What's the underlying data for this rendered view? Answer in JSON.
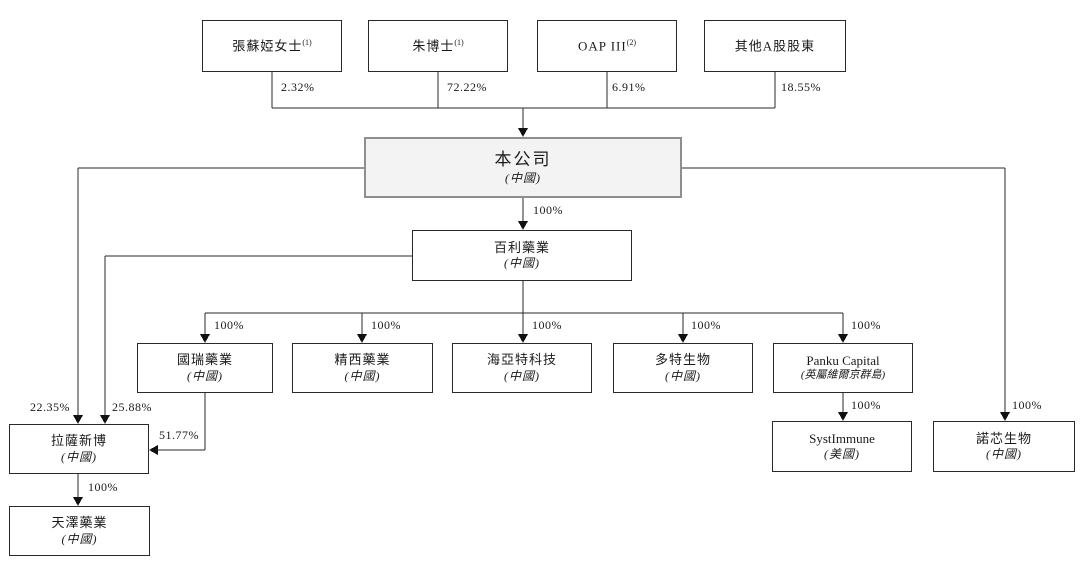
{
  "diagram": {
    "top_shareholders": [
      {
        "name": "張蘇婭女士",
        "sup": "(1)",
        "percent": "2.32%"
      },
      {
        "name": "朱博士",
        "sup": "(1)",
        "percent": "72.22%"
      },
      {
        "name": "OAP III",
        "sup": "(2)",
        "percent": "6.91%"
      },
      {
        "name": "其他A股股東",
        "sup": "",
        "percent": "18.55%"
      }
    ],
    "company": {
      "name": "本公司",
      "country": "(中國)"
    },
    "baili": {
      "name": "百利藥業",
      "country": "(中國)"
    },
    "subsidiaries": [
      {
        "name": "國瑞藥業",
        "country": "(中國)"
      },
      {
        "name": "精西藥業",
        "country": "(中國)"
      },
      {
        "name": "海亞特科技",
        "country": "(中國)"
      },
      {
        "name": "多特生物",
        "country": "(中國)"
      },
      {
        "name": "Panku Capital",
        "country": "(英屬維爾京群島)"
      }
    ],
    "systimmune": {
      "name": "SystImmune",
      "country": "(美國)"
    },
    "nuoxin": {
      "name": "諾芯生物",
      "country": "(中國)"
    },
    "lasa": {
      "name": "拉薩新博",
      "country": "(中國)"
    },
    "tianze": {
      "name": "天澤藥業",
      "country": "(中國)"
    },
    "edges": {
      "company_to_baili": "100%",
      "baili_to_guorui": "100%",
      "baili_to_jingxi": "100%",
      "baili_to_haiyate": "100%",
      "baili_to_duote": "100%",
      "baili_to_panku": "100%",
      "panku_to_systimmune": "100%",
      "company_to_nuoxin": "100%",
      "company_to_lasa": "22.35%",
      "baili_to_lasa": "25.88%",
      "guorui_to_lasa": "51.77%",
      "lasa_to_tianze": "100%"
    }
  }
}
